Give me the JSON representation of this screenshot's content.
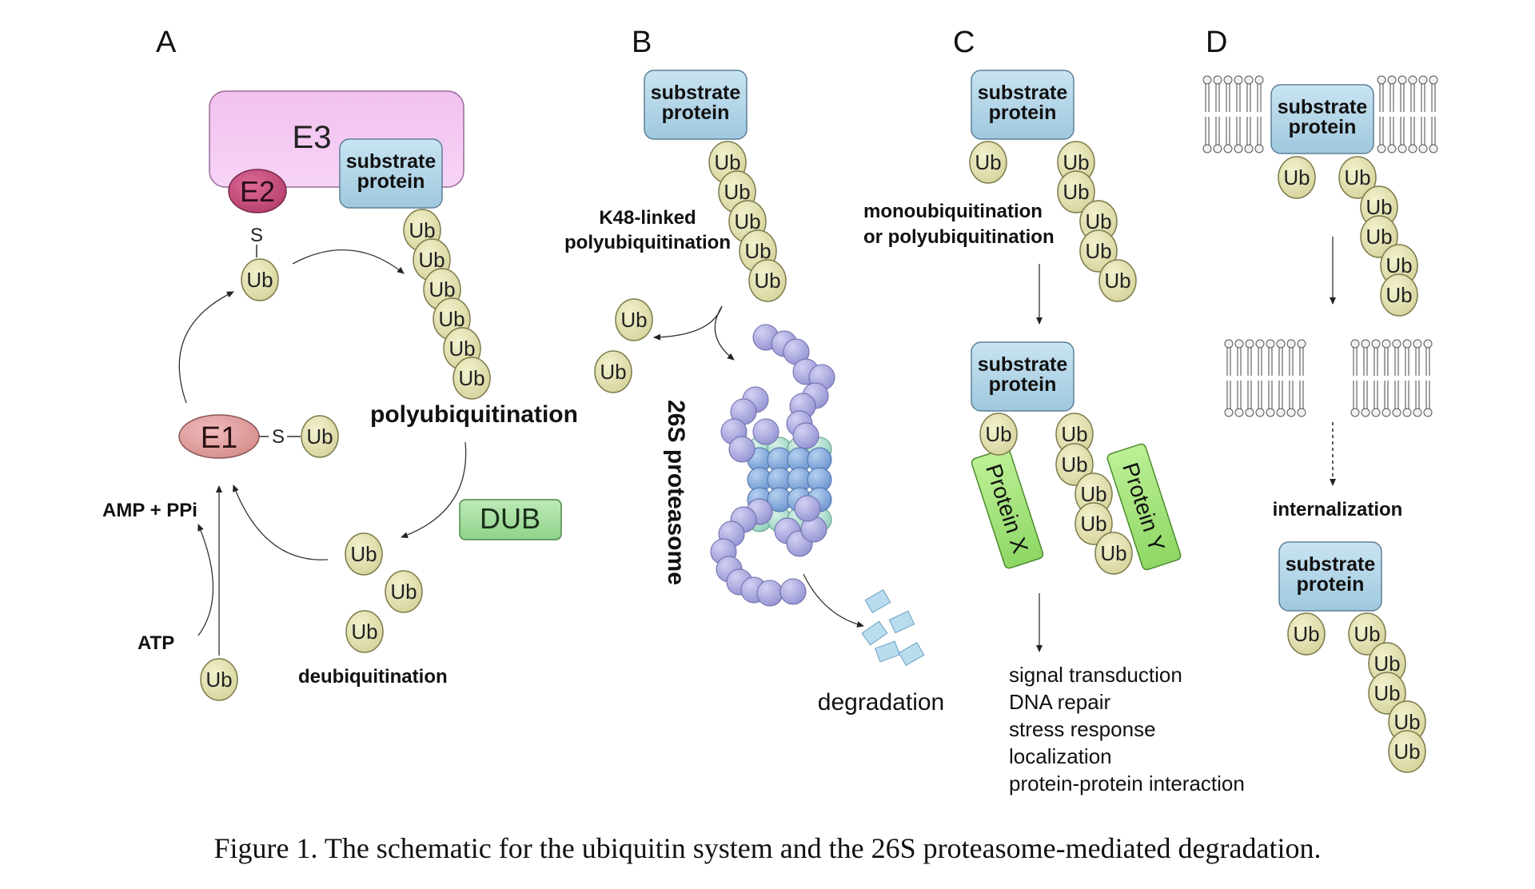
{
  "panels": {
    "a": {
      "letter": "A",
      "e3": "E3",
      "e2": "E2",
      "e1": "E1",
      "sulfur": "S",
      "substrate_line1": "substrate",
      "substrate_line2": "protein",
      "ub": "Ub",
      "polyubiquitination": "polyubiquitination",
      "dub": "DUB",
      "deubiquitination": "deubiquitination",
      "amp_ppi": "AMP + PPi",
      "atp": "ATP"
    },
    "b": {
      "letter": "B",
      "substrate_line1": "substrate",
      "substrate_line2": "protein",
      "ub": "Ub",
      "k48_line1": "K48-linked",
      "k48_line2": "polyubiquitination",
      "proteasome": "26S proteasome",
      "degradation": "degradation"
    },
    "c": {
      "letter": "C",
      "substrate_line1": "substrate",
      "substrate_line2": "protein",
      "ub": "Ub",
      "mono_line1": "monoubiquitination",
      "mono_line2": "or polyubiquitination",
      "protein_x": "Protein X",
      "protein_y": "Protein Y",
      "outcomes": [
        "signal transduction",
        "DNA repair",
        "stress response",
        "localization",
        "protein-protein interaction"
      ]
    },
    "d": {
      "letter": "D",
      "substrate_line1": "substrate",
      "substrate_line2": "protein",
      "ub": "Ub",
      "internalization": "internalization"
    }
  },
  "caption": "Figure 1. The schematic for the ubiquitin system and the 26S proteasome-mediated degradation.",
  "colors": {
    "ub_fill": "#e4e2b0",
    "ub_stroke": "#7a7848",
    "substrate_fill": "#b5d7e8",
    "e3_fill": "#f4c3f4",
    "e2_fill": "#c8527e",
    "e1_fill": "#e3a6a6",
    "dub_fill": "#a6e0a2",
    "protein_x_fill": "#a6e57c",
    "proteasome_purple": "#a9a8df",
    "proteasome_blue": "#7fa8dc",
    "proteasome_teal": "#a9dccd",
    "fragment_fill": "#b9dcef"
  }
}
